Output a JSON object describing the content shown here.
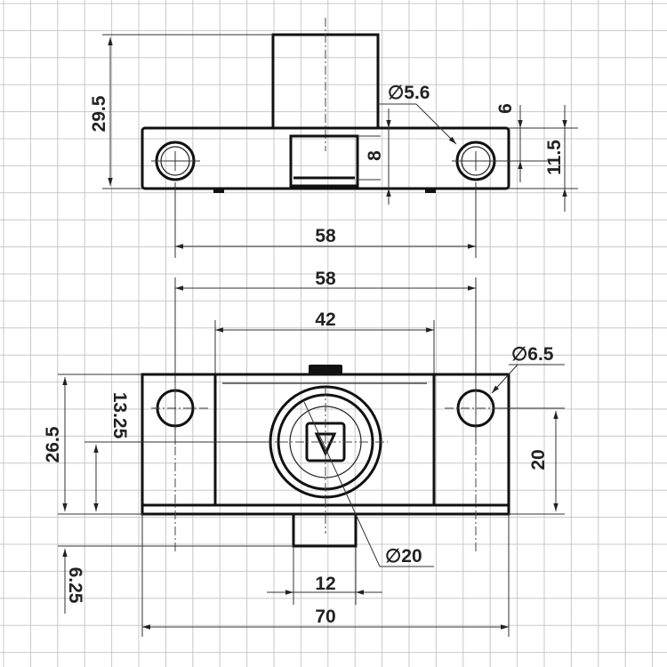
{
  "title": "Lock technical drawing",
  "top_view": {
    "dims": {
      "height_total": "29.5",
      "hole_diameter": "∅5.6",
      "slot_height": "8",
      "hole_offset": "6",
      "body_height": "11.5",
      "hole_spacing": "58"
    }
  },
  "front_view": {
    "dims": {
      "hole_spacing": "58",
      "inner_width": "42",
      "hole_diameter": "∅6.5",
      "height": "26.5",
      "center_height": "13.25",
      "hole_height": "20",
      "tab_depth": "6.25",
      "cylinder_diameter": "∅20",
      "tab_width": "12",
      "total_width": "70"
    }
  },
  "colors": {
    "grid": "#c8c8cc",
    "line": "#111111"
  }
}
